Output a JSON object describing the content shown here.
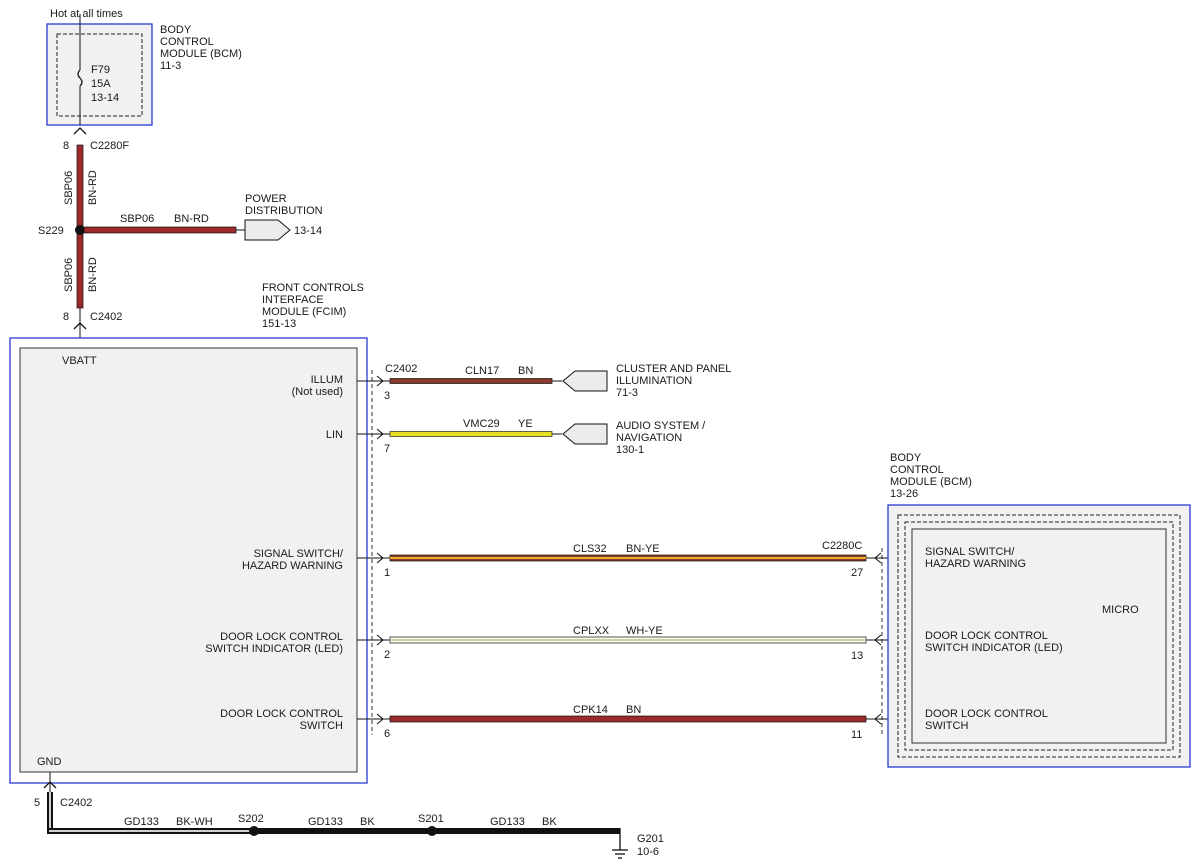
{
  "hot_label": "Hot at all times",
  "bcm_top": {
    "title": [
      "BODY",
      "CONTROL",
      "MODULE (BCM)",
      "11-3"
    ],
    "fuse_id": "F79",
    "fuse_rating": "15A",
    "fuse_ref": "13-14"
  },
  "c2280f": {
    "pin": "8",
    "name": "C2280F"
  },
  "sbp06_vertical": {
    "circuit": "SBP06",
    "color": "BN-RD"
  },
  "s229": "S229",
  "power_branch": {
    "circuit": "SBP06",
    "color": "BN-RD"
  },
  "power_distribution": {
    "title": [
      "POWER",
      "DISTRIBUTION"
    ],
    "ref": "13-14"
  },
  "c2402_top": {
    "pin": "8",
    "name": "C2402"
  },
  "fcim_title": [
    "FRONT CONTROLS",
    "INTERFACE",
    "MODULE (FCIM)",
    "151-13"
  ],
  "fcim": {
    "vbatt": "VBATT",
    "gnd": "GND",
    "illum": [
      "ILLUM",
      "(Not used)"
    ],
    "lin": "LIN",
    "signal": [
      "SIGNAL SWITCH/",
      "HAZARD WARNING"
    ],
    "doorled": [
      "DOOR LOCK CONTROL",
      "SWITCH INDICATOR (LED)"
    ],
    "doorsw": [
      "DOOR LOCK CONTROL",
      "SWITCH"
    ]
  },
  "c2402_right": "C2402",
  "wires": {
    "illum": {
      "pin": "3",
      "circuit": "CLN17",
      "color": "BN"
    },
    "lin": {
      "pin": "7",
      "circuit": "VMC29",
      "color": "YE"
    },
    "signal": {
      "pin": "1",
      "circuit": "CLS32",
      "color": "BN-YE",
      "pin_r": "27"
    },
    "doorled": {
      "pin": "2",
      "circuit": "CPLXX",
      "color": "WH-YE",
      "pin_r": "13"
    },
    "doorsw": {
      "pin": "6",
      "circuit": "CPK14",
      "color": "BN",
      "pin_r": "11"
    }
  },
  "cluster": {
    "title": [
      "CLUSTER AND PANEL",
      "ILLUMINATION"
    ],
    "ref": "71-3"
  },
  "audio": {
    "title": [
      "AUDIO SYSTEM /",
      "NAVIGATION"
    ],
    "ref": "130-1"
  },
  "c2280c": "C2280C",
  "bcm_right": {
    "title": [
      "BODY",
      "CONTROL",
      "MODULE (BCM)",
      "13-26"
    ],
    "micro": "MICRO",
    "signal": [
      "SIGNAL SWITCH/",
      "HAZARD WARNING"
    ],
    "doorled": [
      "DOOR LOCK CONTROL",
      "SWITCH INDICATOR (LED)"
    ],
    "doorsw": [
      "DOOR LOCK CONTROL",
      "SWITCH"
    ]
  },
  "ground": {
    "pin": "5",
    "connector": "C2402",
    "seg1": {
      "circuit": "GD133",
      "color": "BK-WH"
    },
    "s202": "S202",
    "seg2": {
      "circuit": "GD133",
      "color": "BK"
    },
    "s201": "S201",
    "seg3": {
      "circuit": "GD133",
      "color": "BK"
    },
    "g201": "G201",
    "g201_ref": "10-6"
  },
  "colors": {
    "bn_rd": "#9b2a2a",
    "bn": "#8c3a2e",
    "ye": "#e8e020",
    "bn_ye_orange": "#d77a1a",
    "wh_ye": "#c9c28a",
    "bk": "#000000",
    "module_border": "#2a3bd1",
    "module_fill": "#f1f1f1"
  }
}
